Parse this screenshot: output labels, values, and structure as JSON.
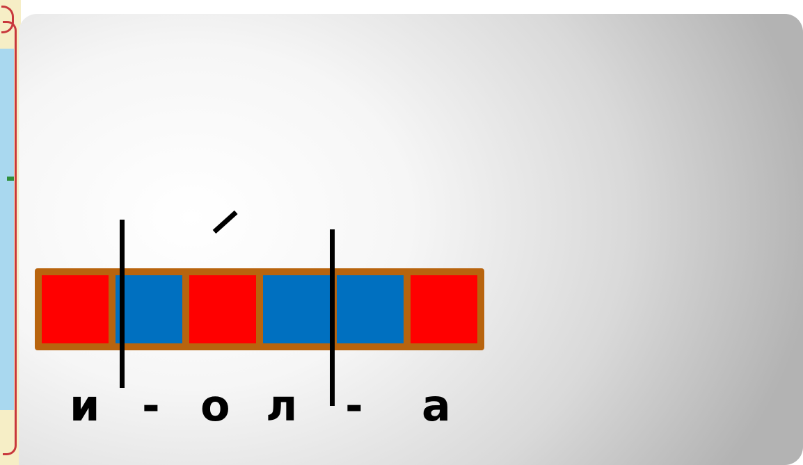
{
  "scheme": {
    "cells": [
      {
        "kind": "vowel",
        "color": "#ff0000"
      },
      {
        "kind": "consonant",
        "color": "#0070c0"
      },
      {
        "kind": "vowel",
        "color": "#ff0000"
      },
      {
        "kind": "consonant",
        "color": "#0070c0"
      },
      {
        "kind": "consonant",
        "color": "#0070c0"
      },
      {
        "kind": "vowel",
        "color": "#ff0000"
      }
    ],
    "border_color": "#b8640e",
    "stress_mark": "´"
  },
  "letters": {
    "l1": "и",
    "l2": "-",
    "l3": "о",
    "l4": "л",
    "l5": "-",
    "l6": "а"
  }
}
